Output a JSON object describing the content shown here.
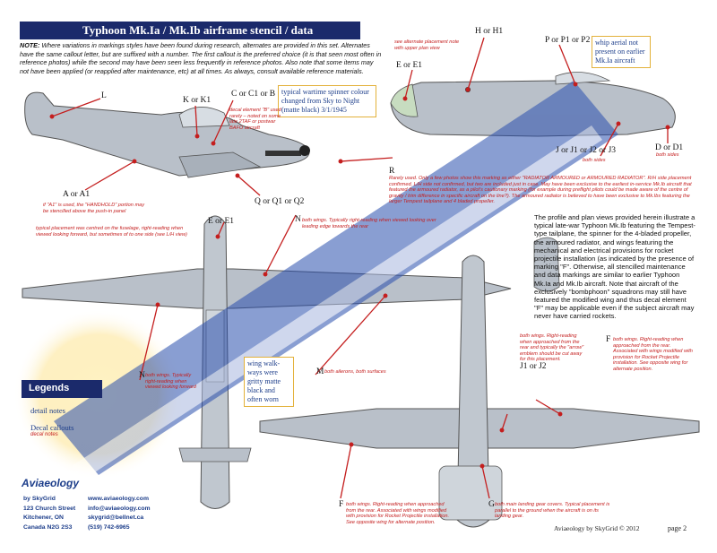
{
  "header": {
    "title": "Typhoon Mk.Ia / Mk.Ib  airframe stencil / data markings"
  },
  "note": {
    "lead": "NOTE:",
    "text": " Where variations in markings styles have been found during research, alternates are provided in this set. Alternates have the same callout letter, but are suffixed with a number. The first callout is the preferred choice (it is that seen most often in reference photos) while the second may have been seen less frequently in reference photos.  Also note that some items may not have been applied (or reapplied after maintenance, etc) at all times. As always, consult available reference materials."
  },
  "callouts": {
    "L": "L",
    "K": "K or K1",
    "C": "C or C1 or B",
    "H": "H or H1",
    "P": "P or P1 or P2",
    "E_top": "E or E1",
    "E_plan": "E or E1",
    "D": "D or D1",
    "J_side": "J or J1 or J2 or J3",
    "R": "R",
    "A": "A or A1",
    "Q": "Q or Q1 or Q2",
    "N_right": "N",
    "N_left": "N",
    "M": "M",
    "F_left": "F",
    "F_right": "F",
    "J_lower": "J1 or J2",
    "G": "G"
  },
  "detail_boxes": {
    "spinner": "typical wartime spinner colour changed from Sky to Night (matte black) 3/1/1945",
    "whip": "whip aerial not present on earlier Mk.Ia aircraft",
    "walkway": "wing walk-ways were gritty matte black and often worn"
  },
  "red_notes": {
    "C_note": "decal element \"B\" used rarely – noted on some late 2TAF or postwar BAFO aircraft",
    "E_top_note": "see alternate placement note with upper plan view",
    "A_note": "if \"A1\" is used, the \"HANDHOLD\" portion may be stencilled above the push-in panel",
    "J_note": "both sides",
    "D_note": "both sides",
    "R_note": "Rarely used. Only a few photos show this marking as either \"RADIATOR ARMOURED or ARMOURED RADIATOR\". R/H side placement confirmed, L/H side not confirmed, but two are included just in case. May have been exclusive to the earliest in-service Mk.Ib aircraft that featured the armoured radiator, as a pilot's cautionary marking (for example during preflight pilots could be made aware of the centre of gravity / trim difference in specific aircraft on the line?). The armoured radiator is believed to have been exclusive to Mk.Ibs featuring the larger Tempest tailplane and 4 bladed propeller.",
    "E_plan_note": "typical placement was centred on the fuselage, right-reading when viewed looking forward, but sometimes of to one side (see L/H view)",
    "N_right_note": "both wings. Typically right-reading when viewed looking over leading edge towards the rear",
    "N_left_note": "both wings. Typically right-reading when viewed looking forward",
    "M_note": "both ailerons, both surfaces",
    "J_lower_note": "both wings. Right-reading when approached from the rear and typically the \"arrow\" emblem should be cut away for this placement.",
    "F_right_note": "both wings. Right-reading when approached from the rear. Associated with wings modified with provision for Rocket Projectile installation. See opposite wing for alternate position.",
    "F_left_note": "both wings. Right-reading when approached from the rear. Associated with wings modified with provision for Rocket Projectile installation. See opposite wing for alternate position.",
    "G_note": "both main landing gear covers. Typical placement is parallel to the ground when the aircraft is on its landing gear."
  },
  "info_paragraph": "The profile and plan views provided herein illustrate a typical late-war Typhoon Mk.Ib featuring the Tempest-type tailplane, the spinner for the 4-bladed propeller, the armoured radiator, and wings featuring the mechanical and electrical provisions for rocket projectile installation (as indicated by the presence of marking \"F\". Otherwise, all stencilled maintenance and data markings are similar to earlier Typhoon Mk.Ia and Mk.Ib aircraft. Note that aircraft of the exclusively \"bombphoon\" squadrons may still have featured the modified wing and thus decal element \"F\" may be applicable even if the subject aircraft may never have carried rockets.",
  "legend": {
    "title": "Legends",
    "detail": "detail notes",
    "decal": "Decal callouts",
    "decal_sub": "decal notes"
  },
  "footer": {
    "logo": "Aviaeology",
    "address": [
      "by SkyGrid",
      "123 Church Street",
      "Kitchener, ON",
      "Canada N2G 2S3"
    ],
    "contact": [
      "www.aviaeology.com",
      "info@aviaeology.com",
      "skygrid@bellnet.ca",
      "(519) 742-6965"
    ],
    "copyright": "Aviaeology by SkyGrid © 2012",
    "page": "page 2"
  },
  "colors": {
    "banner": "#1b2a6b",
    "callout_red": "#c41e1e",
    "airframe_grey": "#b9c0c9",
    "watermark_blue": "#2a4fae"
  }
}
